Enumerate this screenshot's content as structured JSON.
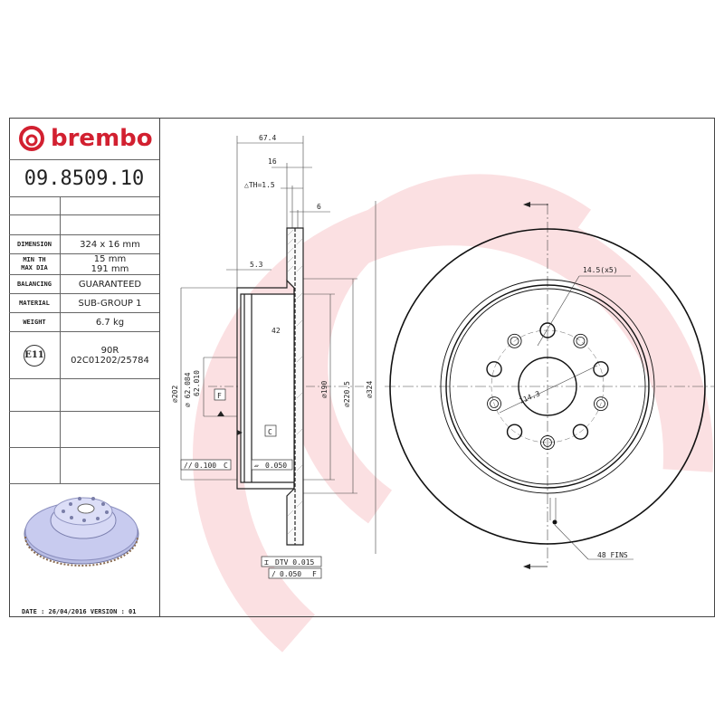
{
  "brand": {
    "name": "brembo",
    "color": "#d22030"
  },
  "part_number": "09.8509.10",
  "specs": [
    {
      "label": "DIMENSION",
      "value": "324 x 16 mm"
    },
    {
      "label": "MIN TH\nMAX DIA",
      "value": "15 mm\n191 mm"
    },
    {
      "label": "BALANCING",
      "value": "GUARANTEED"
    },
    {
      "label": "MATERIAL",
      "value": "SUB-GROUP 1"
    },
    {
      "label": "WEIGHT",
      "value": "6.7 kg"
    }
  ],
  "homologation": {
    "mark": "E11",
    "code1": "90R",
    "code2": "02C01202/25784"
  },
  "footer": "DATE : 26/04/2016 VERSION : 01",
  "dimensions": {
    "overall_height": "67.4",
    "thickness": "16",
    "delta_th": "△TH=1.5",
    "plate": "6",
    "hat": "5.3",
    "depth": "42",
    "d202": "⌀202",
    "bore_max": "⌀ 62.084",
    "bore_min": "62.010",
    "d190": "⌀190",
    "d220": "⌀220.5",
    "d324": "⌀324",
    "datum_f": "F",
    "datum_c": "C",
    "parallel": "0.100",
    "parallel_ref": "C",
    "flat": "0.050",
    "dtv": "DTV 0.015",
    "runout": "0.050",
    "runout_ref": "F",
    "bolt_holes": "14.5(x5)",
    "pcd": "114.3",
    "fins": "48 FINS"
  }
}
